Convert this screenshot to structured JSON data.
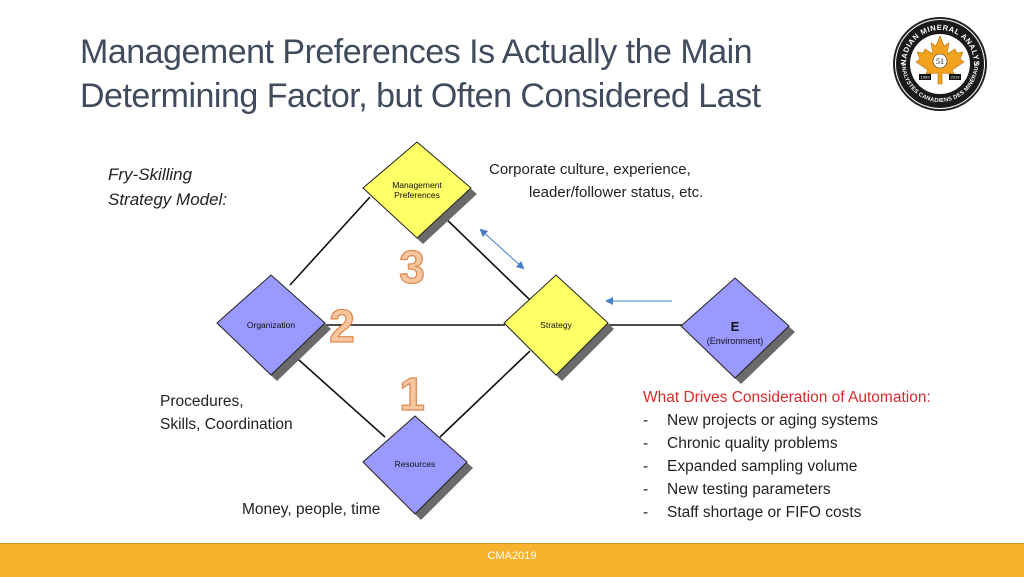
{
  "slide": {
    "title_line1": "Management Preferences Is Actually the Main",
    "title_line2": "Determining Factor, but Often Considered Last",
    "model_label_line1": "Fry-Skilling",
    "model_label_line2": "Strategy Model:",
    "corp_line1": "Corporate culture, experience,",
    "corp_line2": "leader/follower status, etc.",
    "proc_line1": "Procedures,",
    "proc_line2": "Skills, Coordination",
    "money": "Money, people, time",
    "drives_heading": "What Drives Consideration of Automation:",
    "drives_items": [
      "New projects or aging systems",
      "Chronic quality problems",
      "Expanded sampling volume",
      "New testing parameters",
      "Staff shortage or FIFO costs"
    ],
    "footer": "CMA2019"
  },
  "diagram": {
    "nodes": {
      "management_line1": "Management",
      "management_line2": "Preferences",
      "organization": "Organization",
      "strategy": "Strategy",
      "resources": "Resources",
      "environment_letter": "E",
      "environment_label": "(Environment)"
    },
    "numbers": [
      "3",
      "2",
      "1"
    ],
    "colors": {
      "yellow_node": "#ffff66",
      "blue_node": "#9999ff",
      "number_fill": "#f7c7a0",
      "number_stroke": "#e08a55",
      "arrow": "#4a7ecb",
      "heading_red": "#d62c2c",
      "footer_bar": "#f6b22c"
    }
  },
  "logo": {
    "top_text": "CANADIAN MINERAL ANALYSTS",
    "bottom_text": "ANALYSTES CANADIENS DES MINÉRAUX",
    "center_number": "51",
    "year_left": "1969",
    "year_right": "2019"
  }
}
